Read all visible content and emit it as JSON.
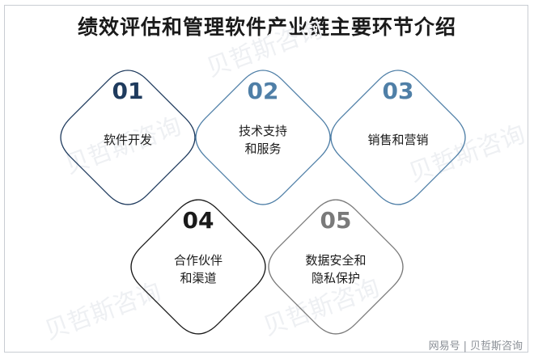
{
  "title": "绩效评估和管理软件产业链主要环节介绍",
  "watermark": "贝哲斯咨询",
  "footer": {
    "platform": "网易号",
    "separator": "|",
    "source": "贝哲斯咨询"
  },
  "items": [
    {
      "number": "01",
      "label": [
        "软件开发"
      ],
      "color": "#1f3b5e"
    },
    {
      "number": "02",
      "label": [
        "技术支持",
        "和服务"
      ],
      "color": "#4f7fa7"
    },
    {
      "number": "03",
      "label": [
        "销售和营销"
      ],
      "color": "#4f7fa7"
    },
    {
      "number": "04",
      "label": [
        "合作伙伴",
        "和渠道"
      ],
      "color": "#1a1a1a"
    },
    {
      "number": "05",
      "label": [
        "数据安全和",
        "隐私保护"
      ],
      "color": "#7a7a7a"
    }
  ]
}
